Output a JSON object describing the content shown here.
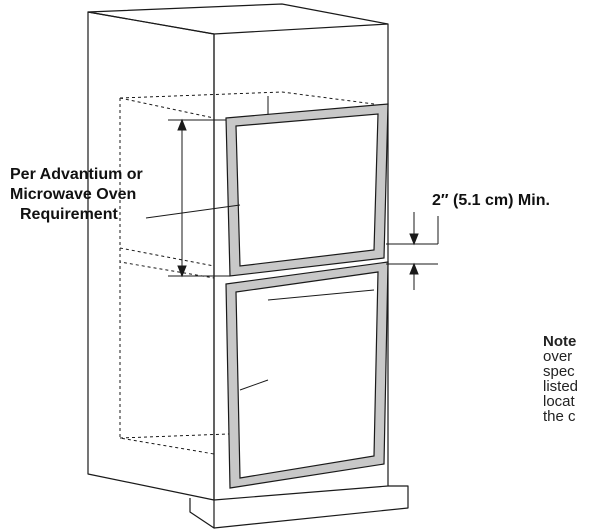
{
  "labels": {
    "requirement_line1": "Per Advantium or",
    "requirement_line2": "Microwave Oven",
    "requirement_line3": "Requirement",
    "min_gap": "2″ (5.1 cm) Min."
  },
  "note": {
    "heading": "Note",
    "lines": [
      "over",
      "spec",
      "listed",
      "locat",
      "the c"
    ]
  },
  "colors": {
    "line": "#1a1a1a",
    "frame_fill": "#c8c8c8",
    "background": "#ffffff"
  }
}
